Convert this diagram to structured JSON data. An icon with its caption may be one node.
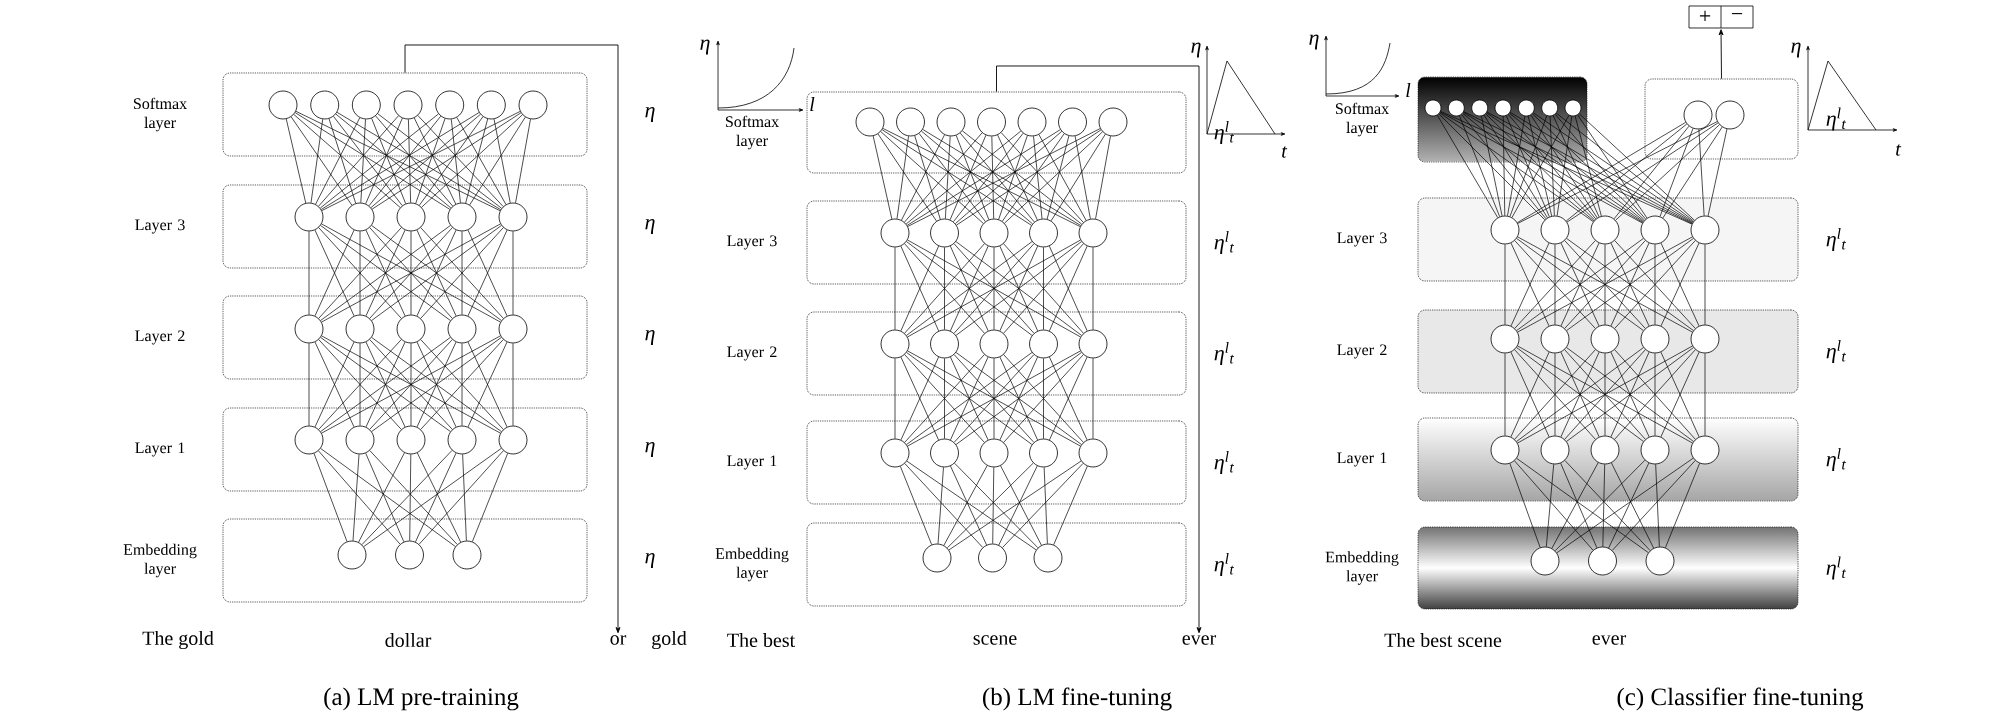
{
  "diagram": {
    "nodes": [
      {
        "text": [
          "Softmax layer"
        ],
        "beside": [
          "η"
        ]
      },
      {
        "text": [],
        "shape": "circle",
        "in": 0
      },
      {
        "text": [],
        "shape": "circle",
        "in": 0
      },
      {
        "text": [],
        "shape": "circle",
        "in": 0
      },
      {
        "text": [],
        "shape": "circle",
        "in": 0
      },
      {
        "text": [],
        "shape": "circle",
        "in": 0
      },
      {
        "text": [],
        "shape": "circle",
        "in": 0
      },
      {
        "text": [],
        "shape": "circle",
        "in": 0
      },
      {
        "text": [
          "Layer 3"
        ],
        "beside": [
          "η"
        ]
      },
      {
        "text": [],
        "shape": "circle",
        "in": 8
      },
      {
        "text": [],
        "shape": "circle",
        "in": 8
      },
      {
        "text": [],
        "shape": "circle",
        "in": 8
      },
      {
        "text": [],
        "shape": "circle",
        "in": 8
      },
      {
        "text": [],
        "shape": "circle",
        "in": 8
      },
      {
        "text": [
          "Layer 2"
        ],
        "beside": [
          "η"
        ]
      },
      {
        "text": [],
        "shape": "circle",
        "in": 14
      },
      {
        "text": [],
        "shape": "circle",
        "in": 14
      },
      {
        "text": [],
        "shape": "circle",
        "in": 14
      },
      {
        "text": [],
        "shape": "circle",
        "in": 14
      },
      {
        "text": [],
        "shape": "circle",
        "in": 14
      },
      {
        "text": [
          "Layer 1"
        ],
        "beside": [
          "η"
        ]
      },
      {
        "text": [],
        "shape": "circle",
        "in": 20
      },
      {
        "text": [],
        "shape": "circle",
        "in": 20
      },
      {
        "text": [],
        "shape": "circle",
        "in": 20
      },
      {
        "text": [],
        "shape": "circle",
        "in": 20
      },
      {
        "text": [],
        "shape": "circle",
        "in": 20
      },
      {
        "text": [
          "Embedding layer"
        ],
        "beside": [
          "η"
        ]
      },
      {
        "text": [],
        "shape": "circle",
        "in": 26
      },
      {
        "text": [],
        "shape": "circle",
        "in": 26
      },
      {
        "text": [],
        "shape": "circle",
        "in": 26
      },
      {
        "text": [
          "Softmax layer"
        ],
        "beside": [
          "η$^{l}$$_{t}$"
        ]
      },
      {
        "text": [],
        "shape": "circle",
        "in": 30
      },
      {
        "text": [],
        "shape": "circle",
        "in": 30
      },
      {
        "text": [],
        "shape": "circle",
        "in": 30
      },
      {
        "text": [],
        "shape": "circle",
        "in": 30
      },
      {
        "text": [],
        "shape": "circle",
        "in": 30
      },
      {
        "text": [],
        "shape": "circle",
        "in": 30
      },
      {
        "text": [],
        "shape": "circle",
        "in": 30
      },
      {
        "text": [
          "Layer 3"
        ],
        "beside": [
          "η$^{l}$$_{t}$"
        ]
      },
      {
        "text": [],
        "shape": "circle",
        "in": 38
      },
      {
        "text": [],
        "shape": "circle",
        "in": 38
      },
      {
        "text": [],
        "shape": "circle",
        "in": 38
      },
      {
        "text": [],
        "shape": "circle",
        "in": 38
      },
      {
        "text": [],
        "shape": "circle",
        "in": 38
      },
      {
        "text": [
          "Layer 2"
        ],
        "beside": [
          "η$^{l}$$_{t}$"
        ]
      },
      {
        "text": [],
        "shape": "circle",
        "in": 44
      },
      {
        "text": [],
        "shape": "circle",
        "in": 44
      },
      {
        "text": [],
        "shape": "circle",
        "in": 44
      },
      {
        "text": [],
        "shape": "circle",
        "in": 44
      },
      {
        "text": [],
        "shape": "circle",
        "in": 44
      },
      {
        "text": [
          "Layer 1"
        ],
        "beside": [
          "η$^{l}$$_{t}$"
        ]
      },
      {
        "text": [],
        "shape": "circle",
        "in": 50
      },
      {
        "text": [],
        "shape": "circle",
        "in": 50
      },
      {
        "text": [],
        "shape": "circle",
        "in": 50
      },
      {
        "text": [],
        "shape": "circle",
        "in": 50
      },
      {
        "text": [],
        "shape": "circle",
        "in": 50
      },
      {
        "text": [
          "Embedding layer"
        ],
        "beside": [
          "η$^{l}$$_{t}$"
        ]
      },
      {
        "text": [],
        "shape": "circle",
        "in": 56
      },
      {
        "text": [],
        "shape": "circle",
        "in": 56
      },
      {
        "text": [],
        "shape": "circle",
        "in": 56
      },
      {
        "text": [
          "Softmax layer"
        ]
      },
      {
        "text": [],
        "shape": "circle",
        "in": 60
      },
      {
        "text": [],
        "shape": "circle",
        "in": 60
      },
      {
        "text": [],
        "shape": "circle",
        "in": 60
      },
      {
        "text": [],
        "shape": "circle",
        "in": 60
      },
      {
        "text": [],
        "shape": "circle",
        "in": 60
      },
      {
        "text": [],
        "shape": "circle",
        "in": 60
      },
      {
        "text": [],
        "shape": "circle",
        "in": 60
      },
      {
        "text": [],
        "shape": "box",
        "beside": [
          "η$^{l}$$_{t}$"
        ]
      },
      {
        "text": [],
        "shape": "circle",
        "in": 68
      },
      {
        "text": [],
        "shape": "circle",
        "in": 68
      },
      {
        "text": [
          "Layer 3"
        ],
        "beside": [
          "η$^{l}$$_{t}$"
        ]
      },
      {
        "text": [],
        "shape": "circle",
        "in": 71
      },
      {
        "text": [],
        "shape": "circle",
        "in": 71
      },
      {
        "text": [],
        "shape": "circle",
        "in": 71
      },
      {
        "text": [],
        "shape": "circle",
        "in": 71
      },
      {
        "text": [],
        "shape": "circle",
        "in": 71
      },
      {
        "text": [
          "Layer 2"
        ],
        "beside": [
          "η$^{l}$$_{t}$"
        ]
      },
      {
        "text": [],
        "shape": "circle",
        "in": 77
      },
      {
        "text": [],
        "shape": "circle",
        "in": 77
      },
      {
        "text": [],
        "shape": "circle",
        "in": 77
      },
      {
        "text": [],
        "shape": "circle",
        "in": 77
      },
      {
        "text": [],
        "shape": "circle",
        "in": 77
      },
      {
        "text": [
          "Layer 1"
        ],
        "beside": [
          "η$^{l}$$_{t}$"
        ]
      },
      {
        "text": [],
        "shape": "circle",
        "in": 83
      },
      {
        "text": [],
        "shape": "circle",
        "in": 83
      },
      {
        "text": [],
        "shape": "circle",
        "in": 83
      },
      {
        "text": [],
        "shape": "circle",
        "in": 83
      },
      {
        "text": [],
        "shape": "circle",
        "in": 83
      },
      {
        "text": [
          "Embedding layer"
        ],
        "beside": [
          "η$^{l}$$_{t}$"
        ]
      },
      {
        "text": [],
        "shape": "circle",
        "in": 89
      },
      {
        "text": [],
        "shape": "circle",
        "in": 89
      },
      {
        "text": [],
        "shape": "circle",
        "in": 89
      },
      {
        "text": [
          "+",
          "−"
        ]
      },
      {
        "text": [
          "or"
        ]
      },
      {
        "text": [
          "ever"
        ]
      }
    ],
    "edges": [
      {
        "from": 0,
        "to": 94,
        "arrow": "to"
      },
      {
        "from": 30,
        "to": 95,
        "arrow": "to"
      },
      {
        "from": 68,
        "to": 93,
        "arrow": "to"
      },
      {
        "from": 27,
        "to": 21,
        "arrow": "none"
      },
      {
        "from": 27,
        "to": 22,
        "arrow": "none"
      },
      {
        "from": 27,
        "to": 23,
        "arrow": "none"
      },
      {
        "from": 27,
        "to": 24,
        "arrow": "none"
      },
      {
        "from": 27,
        "to": 25,
        "arrow": "none"
      },
      {
        "from": 28,
        "to": 21,
        "arrow": "none"
      },
      {
        "from": 28,
        "to": 22,
        "arrow": "none"
      },
      {
        "from": 28,
        "to": 23,
        "arrow": "none"
      },
      {
        "from": 28,
        "to": 24,
        "arrow": "none"
      },
      {
        "from": 28,
        "to": 25,
        "arrow": "none"
      },
      {
        "from": 29,
        "to": 21,
        "arrow": "none"
      },
      {
        "from": 29,
        "to": 22,
        "arrow": "none"
      },
      {
        "from": 29,
        "to": 23,
        "arrow": "none"
      },
      {
        "from": 29,
        "to": 24,
        "arrow": "none"
      },
      {
        "from": 29,
        "to": 25,
        "arrow": "none"
      },
      {
        "from": 21,
        "to": 15,
        "arrow": "none"
      },
      {
        "from": 21,
        "to": 16,
        "arrow": "none"
      },
      {
        "from": 21,
        "to": 17,
        "arrow": "none"
      },
      {
        "from": 21,
        "to": 18,
        "arrow": "none"
      },
      {
        "from": 21,
        "to": 19,
        "arrow": "none"
      },
      {
        "from": 22,
        "to": 15,
        "arrow": "none"
      },
      {
        "from": 22,
        "to": 16,
        "arrow": "none"
      },
      {
        "from": 22,
        "to": 17,
        "arrow": "none"
      },
      {
        "from": 22,
        "to": 18,
        "arrow": "none"
      },
      {
        "from": 22,
        "to": 19,
        "arrow": "none"
      },
      {
        "from": 23,
        "to": 15,
        "arrow": "none"
      },
      {
        "from": 23,
        "to": 16,
        "arrow": "none"
      },
      {
        "from": 23,
        "to": 17,
        "arrow": "none"
      },
      {
        "from": 23,
        "to": 18,
        "arrow": "none"
      },
      {
        "from": 23,
        "to": 19,
        "arrow": "none"
      },
      {
        "from": 24,
        "to": 15,
        "arrow": "none"
      },
      {
        "from": 24,
        "to": 16,
        "arrow": "none"
      },
      {
        "from": 24,
        "to": 17,
        "arrow": "none"
      },
      {
        "from": 24,
        "to": 18,
        "arrow": "none"
      },
      {
        "from": 24,
        "to": 19,
        "arrow": "none"
      },
      {
        "from": 25,
        "to": 15,
        "arrow": "none"
      },
      {
        "from": 25,
        "to": 16,
        "arrow": "none"
      },
      {
        "from": 25,
        "to": 17,
        "arrow": "none"
      },
      {
        "from": 25,
        "to": 18,
        "arrow": "none"
      },
      {
        "from": 25,
        "to": 19,
        "arrow": "none"
      },
      {
        "from": 15,
        "to": 9,
        "arrow": "none"
      },
      {
        "from": 15,
        "to": 10,
        "arrow": "none"
      },
      {
        "from": 15,
        "to": 11,
        "arrow": "none"
      },
      {
        "from": 15,
        "to": 12,
        "arrow": "none"
      },
      {
        "from": 15,
        "to": 13,
        "arrow": "none"
      },
      {
        "from": 16,
        "to": 9,
        "arrow": "none"
      },
      {
        "from": 16,
        "to": 10,
        "arrow": "none"
      },
      {
        "from": 16,
        "to": 11,
        "arrow": "none"
      },
      {
        "from": 16,
        "to": 12,
        "arrow": "none"
      },
      {
        "from": 16,
        "to": 13,
        "arrow": "none"
      },
      {
        "from": 17,
        "to": 9,
        "arrow": "none"
      },
      {
        "from": 17,
        "to": 10,
        "arrow": "none"
      },
      {
        "from": 17,
        "to": 11,
        "arrow": "none"
      },
      {
        "from": 17,
        "to": 12,
        "arrow": "none"
      },
      {
        "from": 17,
        "to": 13,
        "arrow": "none"
      },
      {
        "from": 18,
        "to": 9,
        "arrow": "none"
      },
      {
        "from": 18,
        "to": 10,
        "arrow": "none"
      },
      {
        "from": 18,
        "to": 11,
        "arrow": "none"
      },
      {
        "from": 18,
        "to": 12,
        "arrow": "none"
      },
      {
        "from": 18,
        "to": 13,
        "arrow": "none"
      },
      {
        "from": 19,
        "to": 9,
        "arrow": "none"
      },
      {
        "from": 19,
        "to": 10,
        "arrow": "none"
      },
      {
        "from": 19,
        "to": 11,
        "arrow": "none"
      },
      {
        "from": 19,
        "to": 12,
        "arrow": "none"
      },
      {
        "from": 19,
        "to": 13,
        "arrow": "none"
      },
      {
        "from": 9,
        "to": 1,
        "arrow": "none"
      },
      {
        "from": 9,
        "to": 2,
        "arrow": "none"
      },
      {
        "from": 9,
        "to": 3,
        "arrow": "none"
      },
      {
        "from": 9,
        "to": 4,
        "arrow": "none"
      },
      {
        "from": 9,
        "to": 5,
        "arrow": "none"
      },
      {
        "from": 9,
        "to": 6,
        "arrow": "none"
      },
      {
        "from": 9,
        "to": 7,
        "arrow": "none"
      },
      {
        "from": 10,
        "to": 1,
        "arrow": "none"
      },
      {
        "from": 10,
        "to": 2,
        "arrow": "none"
      },
      {
        "from": 10,
        "to": 3,
        "arrow": "none"
      },
      {
        "from": 10,
        "to": 4,
        "arrow": "none"
      },
      {
        "from": 10,
        "to": 5,
        "arrow": "none"
      },
      {
        "from": 10,
        "to": 6,
        "arrow": "none"
      },
      {
        "from": 10,
        "to": 7,
        "arrow": "none"
      },
      {
        "from": 11,
        "to": 1,
        "arrow": "none"
      },
      {
        "from": 11,
        "to": 2,
        "arrow": "none"
      },
      {
        "from": 11,
        "to": 3,
        "arrow": "none"
      },
      {
        "from": 11,
        "to": 4,
        "arrow": "none"
      },
      {
        "from": 11,
        "to": 5,
        "arrow": "none"
      },
      {
        "from": 11,
        "to": 6,
        "arrow": "none"
      },
      {
        "from": 11,
        "to": 7,
        "arrow": "none"
      },
      {
        "from": 12,
        "to": 1,
        "arrow": "none"
      },
      {
        "from": 12,
        "to": 2,
        "arrow": "none"
      },
      {
        "from": 12,
        "to": 3,
        "arrow": "none"
      },
      {
        "from": 12,
        "to": 4,
        "arrow": "none"
      },
      {
        "from": 12,
        "to": 5,
        "arrow": "none"
      },
      {
        "from": 12,
        "to": 6,
        "arrow": "none"
      },
      {
        "from": 12,
        "to": 7,
        "arrow": "none"
      },
      {
        "from": 13,
        "to": 1,
        "arrow": "none"
      },
      {
        "from": 13,
        "to": 2,
        "arrow": "none"
      },
      {
        "from": 13,
        "to": 3,
        "arrow": "none"
      },
      {
        "from": 13,
        "to": 4,
        "arrow": "none"
      },
      {
        "from": 13,
        "to": 5,
        "arrow": "none"
      },
      {
        "from": 13,
        "to": 6,
        "arrow": "none"
      },
      {
        "from": 13,
        "to": 7,
        "arrow": "none"
      },
      {
        "from": 57,
        "to": 51,
        "arrow": "none"
      },
      {
        "from": 57,
        "to": 52,
        "arrow": "none"
      },
      {
        "from": 57,
        "to": 53,
        "arrow": "none"
      },
      {
        "from": 57,
        "to": 54,
        "arrow": "none"
      },
      {
        "from": 57,
        "to": 55,
        "arrow": "none"
      },
      {
        "from": 58,
        "to": 51,
        "arrow": "none"
      },
      {
        "from": 58,
        "to": 52,
        "arrow": "none"
      },
      {
        "from": 58,
        "to": 53,
        "arrow": "none"
      },
      {
        "from": 58,
        "to": 54,
        "arrow": "none"
      },
      {
        "from": 58,
        "to": 55,
        "arrow": "none"
      },
      {
        "from": 59,
        "to": 51,
        "arrow": "none"
      },
      {
        "from": 59,
        "to": 52,
        "arrow": "none"
      },
      {
        "from": 59,
        "to": 53,
        "arrow": "none"
      },
      {
        "from": 59,
        "to": 54,
        "arrow": "none"
      },
      {
        "from": 59,
        "to": 55,
        "arrow": "none"
      },
      {
        "from": 51,
        "to": 45,
        "arrow": "none"
      },
      {
        "from": 51,
        "to": 46,
        "arrow": "none"
      },
      {
        "from": 51,
        "to": 47,
        "arrow": "none"
      },
      {
        "from": 51,
        "to": 48,
        "arrow": "none"
      },
      {
        "from": 51,
        "to": 49,
        "arrow": "none"
      },
      {
        "from": 52,
        "to": 45,
        "arrow": "none"
      },
      {
        "from": 52,
        "to": 46,
        "arrow": "none"
      },
      {
        "from": 52,
        "to": 47,
        "arrow": "none"
      },
      {
        "from": 52,
        "to": 48,
        "arrow": "none"
      },
      {
        "from": 52,
        "to": 49,
        "arrow": "none"
      },
      {
        "from": 53,
        "to": 45,
        "arrow": "none"
      },
      {
        "from": 53,
        "to": 46,
        "arrow": "none"
      },
      {
        "from": 53,
        "to": 47,
        "arrow": "none"
      },
      {
        "from": 53,
        "to": 48,
        "arrow": "none"
      },
      {
        "from": 53,
        "to": 49,
        "arrow": "none"
      },
      {
        "from": 54,
        "to": 45,
        "arrow": "none"
      },
      {
        "from": 54,
        "to": 46,
        "arrow": "none"
      },
      {
        "from": 54,
        "to": 47,
        "arrow": "none"
      },
      {
        "from": 54,
        "to": 48,
        "arrow": "none"
      },
      {
        "from": 54,
        "to": 49,
        "arrow": "none"
      },
      {
        "from": 55,
        "to": 45,
        "arrow": "none"
      },
      {
        "from": 55,
        "to": 46,
        "arrow": "none"
      },
      {
        "from": 55,
        "to": 47,
        "arrow": "none"
      },
      {
        "from": 55,
        "to": 48,
        "arrow": "none"
      },
      {
        "from": 55,
        "to": 49,
        "arrow": "none"
      },
      {
        "from": 45,
        "to": 39,
        "arrow": "none"
      },
      {
        "from": 45,
        "to": 40,
        "arrow": "none"
      },
      {
        "from": 45,
        "to": 41,
        "arrow": "none"
      },
      {
        "from": 45,
        "to": 42,
        "arrow": "none"
      },
      {
        "from": 45,
        "to": 43,
        "arrow": "none"
      },
      {
        "from": 46,
        "to": 39,
        "arrow": "none"
      },
      {
        "from": 46,
        "to": 40,
        "arrow": "none"
      },
      {
        "from": 46,
        "to": 41,
        "arrow": "none"
      },
      {
        "from": 46,
        "to": 42,
        "arrow": "none"
      },
      {
        "from": 46,
        "to": 43,
        "arrow": "none"
      },
      {
        "from": 47,
        "to": 39,
        "arrow": "none"
      },
      {
        "from": 47,
        "to": 40,
        "arrow": "none"
      },
      {
        "from": 47,
        "to": 41,
        "arrow": "none"
      },
      {
        "from": 47,
        "to": 42,
        "arrow": "none"
      },
      {
        "from": 47,
        "to": 43,
        "arrow": "none"
      },
      {
        "from": 48,
        "to": 39,
        "arrow": "none"
      },
      {
        "from": 48,
        "to": 40,
        "arrow": "none"
      },
      {
        "from": 48,
        "to": 41,
        "arrow": "none"
      },
      {
        "from": 48,
        "to": 42,
        "arrow": "none"
      },
      {
        "from": 48,
        "to": 43,
        "arrow": "none"
      },
      {
        "from": 49,
        "to": 39,
        "arrow": "none"
      },
      {
        "from": 49,
        "to": 40,
        "arrow": "none"
      },
      {
        "from": 49,
        "to": 41,
        "arrow": "none"
      },
      {
        "from": 49,
        "to": 42,
        "arrow": "none"
      },
      {
        "from": 49,
        "to": 43,
        "arrow": "none"
      },
      {
        "from": 39,
        "to": 31,
        "arrow": "none"
      },
      {
        "from": 39,
        "to": 32,
        "arrow": "none"
      },
      {
        "from": 39,
        "to": 33,
        "arrow": "none"
      },
      {
        "from": 39,
        "to": 34,
        "arrow": "none"
      },
      {
        "from": 39,
        "to": 35,
        "arrow": "none"
      },
      {
        "from": 39,
        "to": 36,
        "arrow": "none"
      },
      {
        "from": 39,
        "to": 37,
        "arrow": "none"
      },
      {
        "from": 40,
        "to": 31,
        "arrow": "none"
      },
      {
        "from": 40,
        "to": 32,
        "arrow": "none"
      },
      {
        "from": 40,
        "to": 33,
        "arrow": "none"
      },
      {
        "from": 40,
        "to": 34,
        "arrow": "none"
      },
      {
        "from": 40,
        "to": 35,
        "arrow": "none"
      },
      {
        "from": 40,
        "to": 36,
        "arrow": "none"
      },
      {
        "from": 40,
        "to": 37,
        "arrow": "none"
      },
      {
        "from": 41,
        "to": 31,
        "arrow": "none"
      },
      {
        "from": 41,
        "to": 32,
        "arrow": "none"
      },
      {
        "from": 41,
        "to": 33,
        "arrow": "none"
      },
      {
        "from": 41,
        "to": 34,
        "arrow": "none"
      },
      {
        "from": 41,
        "to": 35,
        "arrow": "none"
      },
      {
        "from": 41,
        "to": 36,
        "arrow": "none"
      },
      {
        "from": 41,
        "to": 37,
        "arrow": "none"
      },
      {
        "from": 42,
        "to": 31,
        "arrow": "none"
      },
      {
        "from": 42,
        "to": 32,
        "arrow": "none"
      },
      {
        "from": 42,
        "to": 33,
        "arrow": "none"
      },
      {
        "from": 42,
        "to": 34,
        "arrow": "none"
      },
      {
        "from": 42,
        "to": 35,
        "arrow": "none"
      },
      {
        "from": 42,
        "to": 36,
        "arrow": "none"
      },
      {
        "from": 42,
        "to": 37,
        "arrow": "none"
      },
      {
        "from": 43,
        "to": 31,
        "arrow": "none"
      },
      {
        "from": 43,
        "to": 32,
        "arrow": "none"
      },
      {
        "from": 43,
        "to": 33,
        "arrow": "none"
      },
      {
        "from": 43,
        "to": 34,
        "arrow": "none"
      },
      {
        "from": 43,
        "to": 35,
        "arrow": "none"
      },
      {
        "from": 43,
        "to": 36,
        "arrow": "none"
      },
      {
        "from": 43,
        "to": 37,
        "arrow": "none"
      },
      {
        "from": 90,
        "to": 84,
        "arrow": "none"
      },
      {
        "from": 90,
        "to": 85,
        "arrow": "none"
      },
      {
        "from": 90,
        "to": 86,
        "arrow": "none"
      },
      {
        "from": 90,
        "to": 87,
        "arrow": "none"
      },
      {
        "from": 90,
        "to": 88,
        "arrow": "none"
      },
      {
        "from": 91,
        "to": 84,
        "arrow": "none"
      },
      {
        "from": 91,
        "to": 85,
        "arrow": "none"
      },
      {
        "from": 91,
        "to": 86,
        "arrow": "none"
      },
      {
        "from": 91,
        "to": 87,
        "arrow": "none"
      },
      {
        "from": 91,
        "to": 88,
        "arrow": "none"
      },
      {
        "from": 92,
        "to": 84,
        "arrow": "none"
      },
      {
        "from": 92,
        "to": 85,
        "arrow": "none"
      },
      {
        "from": 92,
        "to": 86,
        "arrow": "none"
      },
      {
        "from": 92,
        "to": 87,
        "arrow": "none"
      },
      {
        "from": 92,
        "to": 88,
        "arrow": "none"
      },
      {
        "from": 84,
        "to": 78,
        "arrow": "none"
      },
      {
        "from": 84,
        "to": 79,
        "arrow": "none"
      },
      {
        "from": 84,
        "to": 80,
        "arrow": "none"
      },
      {
        "from": 84,
        "to": 81,
        "arrow": "none"
      },
      {
        "from": 84,
        "to": 82,
        "arrow": "none"
      },
      {
        "from": 85,
        "to": 78,
        "arrow": "none"
      },
      {
        "from": 85,
        "to": 79,
        "arrow": "none"
      },
      {
        "from": 85,
        "to": 80,
        "arrow": "none"
      },
      {
        "from": 85,
        "to": 81,
        "arrow": "none"
      },
      {
        "from": 85,
        "to": 82,
        "arrow": "none"
      },
      {
        "from": 86,
        "to": 78,
        "arrow": "none"
      },
      {
        "from": 86,
        "to": 79,
        "arrow": "none"
      },
      {
        "from": 86,
        "to": 80,
        "arrow": "none"
      },
      {
        "from": 86,
        "to": 81,
        "arrow": "none"
      },
      {
        "from": 86,
        "to": 82,
        "arrow": "none"
      },
      {
        "from": 87,
        "to": 78,
        "arrow": "none"
      },
      {
        "from": 87,
        "to": 79,
        "arrow": "none"
      },
      {
        "from": 87,
        "to": 80,
        "arrow": "none"
      },
      {
        "from": 87,
        "to": 81,
        "arrow": "none"
      },
      {
        "from": 87,
        "to": 82,
        "arrow": "none"
      },
      {
        "from": 88,
        "to": 78,
        "arrow": "none"
      },
      {
        "from": 88,
        "to": 79,
        "arrow": "none"
      },
      {
        "from": 88,
        "to": 80,
        "arrow": "none"
      },
      {
        "from": 88,
        "to": 81,
        "arrow": "none"
      },
      {
        "from": 88,
        "to": 82,
        "arrow": "none"
      },
      {
        "from": 78,
        "to": 72,
        "arrow": "none"
      },
      {
        "from": 78,
        "to": 73,
        "arrow": "none"
      },
      {
        "from": 78,
        "to": 74,
        "arrow": "none"
      },
      {
        "from": 78,
        "to": 75,
        "arrow": "none"
      },
      {
        "from": 78,
        "to": 76,
        "arrow": "none"
      },
      {
        "from": 79,
        "to": 72,
        "arrow": "none"
      },
      {
        "from": 79,
        "to": 73,
        "arrow": "none"
      },
      {
        "from": 79,
        "to": 74,
        "arrow": "none"
      },
      {
        "from": 79,
        "to": 75,
        "arrow": "none"
      },
      {
        "from": 79,
        "to": 76,
        "arrow": "none"
      },
      {
        "from": 80,
        "to": 72,
        "arrow": "none"
      },
      {
        "from": 80,
        "to": 73,
        "arrow": "none"
      },
      {
        "from": 80,
        "to": 74,
        "arrow": "none"
      },
      {
        "from": 80,
        "to": 75,
        "arrow": "none"
      },
      {
        "from": 80,
        "to": 76,
        "arrow": "none"
      },
      {
        "from": 81,
        "to": 72,
        "arrow": "none"
      },
      {
        "from": 81,
        "to": 73,
        "arrow": "none"
      },
      {
        "from": 81,
        "to": 74,
        "arrow": "none"
      },
      {
        "from": 81,
        "to": 75,
        "arrow": "none"
      },
      {
        "from": 81,
        "to": 76,
        "arrow": "none"
      },
      {
        "from": 82,
        "to": 72,
        "arrow": "none"
      },
      {
        "from": 82,
        "to": 73,
        "arrow": "none"
      },
      {
        "from": 82,
        "to": 74,
        "arrow": "none"
      },
      {
        "from": 82,
        "to": 75,
        "arrow": "none"
      },
      {
        "from": 82,
        "to": 76,
        "arrow": "none"
      },
      {
        "from": 72,
        "to": 61,
        "arrow": "none"
      },
      {
        "from": 72,
        "to": 62,
        "arrow": "none"
      },
      {
        "from": 72,
        "to": 63,
        "arrow": "none"
      },
      {
        "from": 72,
        "to": 64,
        "arrow": "none"
      },
      {
        "from": 72,
        "to": 65,
        "arrow": "none"
      },
      {
        "from": 72,
        "to": 66,
        "arrow": "none"
      },
      {
        "from": 72,
        "to": 67,
        "arrow": "none"
      },
      {
        "from": 72,
        "to": 69,
        "arrow": "none"
      },
      {
        "from": 72,
        "to": 70,
        "arrow": "none"
      },
      {
        "from": 73,
        "to": 61,
        "arrow": "none"
      },
      {
        "from": 73,
        "to": 62,
        "arrow": "none"
      },
      {
        "from": 73,
        "to": 63,
        "arrow": "none"
      },
      {
        "from": 73,
        "to": 64,
        "arrow": "none"
      },
      {
        "from": 73,
        "to": 65,
        "arrow": "none"
      },
      {
        "from": 73,
        "to": 66,
        "arrow": "none"
      },
      {
        "from": 73,
        "to": 67,
        "arrow": "none"
      },
      {
        "from": 73,
        "to": 69,
        "arrow": "none"
      },
      {
        "from": 73,
        "to": 70,
        "arrow": "none"
      },
      {
        "from": 74,
        "to": 61,
        "arrow": "none"
      },
      {
        "from": 74,
        "to": 62,
        "arrow": "none"
      },
      {
        "from": 74,
        "to": 63,
        "arrow": "none"
      },
      {
        "from": 74,
        "to": 64,
        "arrow": "none"
      },
      {
        "from": 74,
        "to": 65,
        "arrow": "none"
      },
      {
        "from": 74,
        "to": 66,
        "arrow": "none"
      },
      {
        "from": 74,
        "to": 67,
        "arrow": "none"
      },
      {
        "from": 74,
        "to": 69,
        "arrow": "none"
      },
      {
        "from": 74,
        "to": 70,
        "arrow": "none"
      },
      {
        "from": 75,
        "to": 61,
        "arrow": "none"
      },
      {
        "from": 75,
        "to": 62,
        "arrow": "none"
      },
      {
        "from": 75,
        "to": 63,
        "arrow": "none"
      },
      {
        "from": 75,
        "to": 64,
        "arrow": "none"
      },
      {
        "from": 75,
        "to": 65,
        "arrow": "none"
      },
      {
        "from": 75,
        "to": 66,
        "arrow": "none"
      },
      {
        "from": 75,
        "to": 67,
        "arrow": "none"
      },
      {
        "from": 75,
        "to": 69,
        "arrow": "none"
      },
      {
        "from": 75,
        "to": 70,
        "arrow": "none"
      },
      {
        "from": 76,
        "to": 61,
        "arrow": "none"
      },
      {
        "from": 76,
        "to": 62,
        "arrow": "none"
      },
      {
        "from": 76,
        "to": 63,
        "arrow": "none"
      },
      {
        "from": 76,
        "to": 64,
        "arrow": "none"
      },
      {
        "from": 76,
        "to": 65,
        "arrow": "none"
      },
      {
        "from": 76,
        "to": 66,
        "arrow": "none"
      },
      {
        "from": 76,
        "to": 67,
        "arrow": "none"
      },
      {
        "from": 76,
        "to": 69,
        "arrow": "none"
      },
      {
        "from": 76,
        "to": 70,
        "arrow": "none"
      }
    ],
    "labels": [
      "η",
      "l",
      "η",
      "t",
      "η",
      "l",
      "η",
      "t",
      "The gold",
      "dollar",
      "gold",
      "The best",
      "scene",
      "The best scene",
      "ever",
      "(a) LM pre-training",
      "(b) LM fine-tuning",
      "(c) Classifier fine-tuning"
    ]
  }
}
